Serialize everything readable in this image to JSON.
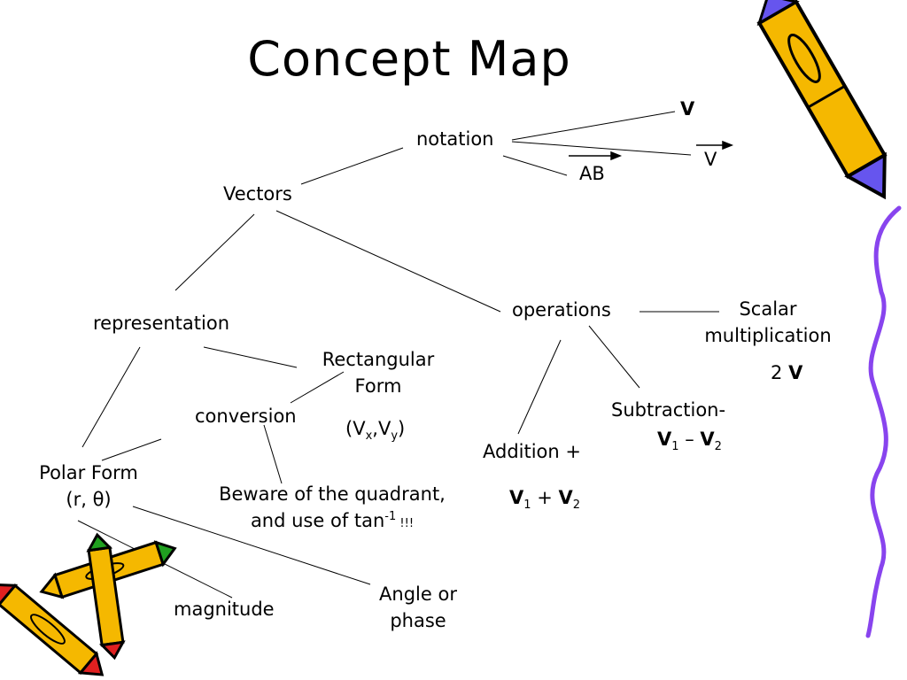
{
  "title": "Concept Map",
  "nodes": {
    "notation": "notation",
    "v_bold": "V",
    "v_arrow": "V",
    "ab": "AB",
    "vectors": "Vectors",
    "representation": "representation",
    "operations": "operations",
    "scalar_line1": "Scalar",
    "scalar_line2": "multiplication",
    "scalar_coeff": "2",
    "scalar_var": "V",
    "rect_line1": "Rectangular",
    "rect_line2": "Form",
    "rect_comp_open": "(V",
    "rect_comp_x": "x",
    "rect_comp_sep": ",V",
    "rect_comp_y": "y",
    "rect_comp_close": ")",
    "conversion": "conversion",
    "polar_line1": "Polar Form",
    "polar_line2": "(r, θ)",
    "beware_line1": "Beware of the quadrant,",
    "beware_line2": "and use of tan",
    "beware_sup": "-1",
    "beware_tail": " !!!",
    "subtraction": "Subtraction-",
    "sub_v1": "V",
    "sub_i1": "1",
    "sub_op": " – ",
    "sub_v2": "V",
    "sub_i2": "2",
    "addition": "Addition +",
    "add_v1": "V",
    "add_i1": "1",
    "add_op": " + ",
    "add_v2": "V",
    "add_i2": "2",
    "magnitude": "magnitude",
    "angle_line1": "Angle or",
    "angle_line2": "phase"
  },
  "icons": [
    "pencil-icon",
    "pencil-icon",
    "pencil-icon",
    "wavy-line-decoration"
  ],
  "colors": {
    "text": "#000000",
    "pencil_body": "#f5b800",
    "pencil_tip_blue": "#6655ee",
    "pencil_tip_red": "#e02020",
    "pencil_tip_green": "#20a020",
    "wave": "#8844ee"
  }
}
